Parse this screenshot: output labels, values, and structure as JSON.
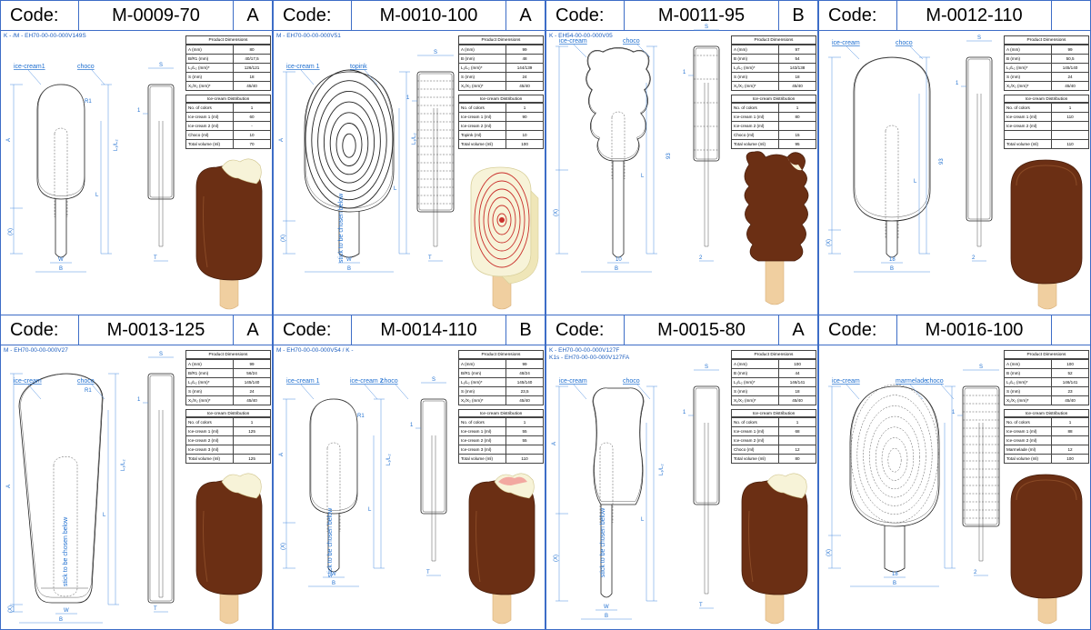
{
  "colors": {
    "frame": "#3d6dc7",
    "dimension": "#1f6fd0",
    "choco": "#6b2f14",
    "cream": "#f7f3d8",
    "stick": "#f0cfa0",
    "topping": "#c9302c"
  },
  "panels": [
    {
      "code_label": "Code:",
      "code": "M-0009-70",
      "shape_class": "A",
      "refs": [
        "K - /M - EH70-00-00-000V149S"
      ],
      "labels": [
        "ice-cream1",
        "choco"
      ],
      "dims": {
        "a": "A",
        "r": "R1",
        "l": "L",
        "lc": "L₁/L₂",
        "x": "(X)",
        "w": "W",
        "b": "B",
        "s": "S",
        "t": "T",
        "one": "1"
      },
      "dimensions_title": "Product Dimensions",
      "dimensions": [
        [
          "A (mm)",
          "80"
        ],
        [
          "B/R1 (mm)",
          "40/17,5"
        ],
        [
          "L₁/L₂ (mm)*",
          "126/121"
        ],
        [
          "S (mm)",
          "18"
        ],
        [
          "X₁/X₂ (mm)*",
          "45/40"
        ]
      ],
      "distribution_title": "Ice-cream Distribution",
      "distribution": [
        [
          "No. of colors",
          "1"
        ],
        [
          "Ice-cream 1 (ml)",
          "60"
        ],
        [
          "Ice-cream 2 (ml)",
          "-"
        ],
        [
          "Choco (ml)",
          "10"
        ],
        [
          "Total volume (ml)",
          "70"
        ]
      ],
      "shape": "stick-bar",
      "render": "bitten-bar",
      "stick_text": ""
    },
    {
      "code_label": "Code:",
      "code": "M-0010-100",
      "shape_class": "A",
      "refs": [
        "M - EH70-00-00-000V51"
      ],
      "labels": [
        "ice-cream 1",
        "topink"
      ],
      "dims": {
        "a": "A",
        "r": "",
        "l": "L",
        "lc": "L₁/L₂",
        "x": "(X)",
        "w": "W",
        "b": "B",
        "s": "S",
        "t": "T",
        "one": "1"
      },
      "dimensions_title": "Product Dimensions",
      "dimensions": [
        [
          "A (mm)",
          "99"
        ],
        [
          "B (mm)",
          "48"
        ],
        [
          "L₁/L₂ (mm)*",
          "144/139"
        ],
        [
          "S (mm)",
          "24"
        ],
        [
          "X₁/X₂ (mm)*",
          "45/40"
        ]
      ],
      "distribution_title": "Ice-cream Distribution",
      "distribution": [
        [
          "No. of colors",
          "1"
        ],
        [
          "Ice-cream 1 (ml)",
          "90"
        ],
        [
          "Ice-cream 2 (ml)",
          ""
        ],
        [
          "Topink (ml)",
          "10"
        ],
        [
          "Total volume (ml)",
          "100"
        ]
      ],
      "shape": "spiral",
      "render": "spiral-bar",
      "stick_text": "stick to be chosen below"
    },
    {
      "code_label": "Code:",
      "code": "M-0011-95",
      "shape_class": "B",
      "refs": [
        "K - EH54-00-00-000V05"
      ],
      "labels": [
        "ice-cream",
        "choco"
      ],
      "dims": {
        "a": "",
        "r": "",
        "l": "L",
        "lc": "",
        "x": "(X)",
        "w": "10",
        "b": "B",
        "s": "S",
        "t": "2",
        "one": "1",
        "len": "93"
      },
      "dimensions_title": "Product Dimensions",
      "dimensions": [
        [
          "A (mm)",
          "97"
        ],
        [
          "B (mm)",
          "54"
        ],
        [
          "L₁/L₂ (mm)*",
          "143/138"
        ],
        [
          "S (mm)",
          "18"
        ],
        [
          "X₁/X₂ (mm)*",
          "45/40"
        ]
      ],
      "distribution_title": "Ice-cream Distribution",
      "distribution": [
        [
          "No. of colors",
          "1"
        ],
        [
          "Ice-cream 1 (ml)",
          "80"
        ],
        [
          "Ice-cream 2 (ml)",
          ""
        ],
        [
          "Choco (ml)",
          "15"
        ],
        [
          "Total volume (ml)",
          "95"
        ]
      ],
      "shape": "bear",
      "render": "bear-bar",
      "stick_text": ""
    },
    {
      "code_label": "Code:",
      "code": "M-0012-110",
      "shape_class": "",
      "refs": [],
      "labels": [
        "ice-cream",
        "choco"
      ],
      "dims": {
        "a": "",
        "r": "",
        "l": "L",
        "lc": "",
        "x": "(X)",
        "w": "18",
        "b": "B",
        "s": "S",
        "t": "2",
        "one": "1",
        "len": "93"
      },
      "dimensions_title": "Product Dimensions",
      "dimensions": [
        [
          "A (mm)",
          "99"
        ],
        [
          "B (mm)",
          "50,5"
        ],
        [
          "L₁/L₂ (mm)*",
          "145/140"
        ],
        [
          "S (mm)",
          "24"
        ],
        [
          "X₁/X₂ (mm)*",
          "45/40"
        ]
      ],
      "distribution_title": "Ice-cream Distribution",
      "distribution": [
        [
          "No. of colors",
          "1"
        ],
        [
          "Ice-cream 1 (ml)",
          "110"
        ],
        [
          "Ice-cream 2 (ml)",
          ""
        ],
        [
          "",
          ""
        ],
        [
          "Total volume (ml)",
          "110"
        ]
      ],
      "shape": "wide-bar",
      "render": "round-bar",
      "stick_text": ""
    },
    {
      "code_label": "Code:",
      "code": "M-0013-125",
      "shape_class": "A",
      "refs": [
        "M - EH70-00-00-000V27"
      ],
      "labels": [
        "ice-cream",
        "choco"
      ],
      "dims": {
        "a": "A",
        "r": "R1",
        "l": "L",
        "lc": "L₁/L₂",
        "x": "(X)",
        "w": "W",
        "b": "B",
        "s": "S",
        "t": "T",
        "one": "1"
      },
      "dimensions_title": "Product Dimensions",
      "dimensions": [
        [
          "A (mm)",
          "99"
        ],
        [
          "B/R1 (mm)",
          "56/24"
        ],
        [
          "L₁/L₂ (mm)*",
          "145/140"
        ],
        [
          "S (mm)",
          "24"
        ],
        [
          "X₁/X₂ (mm)*",
          "45/40"
        ]
      ],
      "distribution_title": "Ice-cream Distribution",
      "distribution": [
        [
          "No. of colors",
          "1"
        ],
        [
          "Ice-cream 1 (ml)",
          "125"
        ],
        [
          "Ice-cream 2 (ml)",
          ""
        ],
        [
          "Ice-cream 3 (ml)",
          ""
        ],
        [
          "Total volume (ml)",
          "125"
        ]
      ],
      "shape": "taper-bar",
      "render": "bitten-bar",
      "stick_text": "stick to be chosen below"
    },
    {
      "code_label": "Code:",
      "code": "M-0014-110",
      "shape_class": "B",
      "refs": [
        "M - EH70-00-00-000V54 / K -"
      ],
      "labels": [
        "ice-cream 1",
        "ice-cream 2",
        "choco"
      ],
      "dims": {
        "a": "A",
        "r": "R1",
        "l": "L",
        "lc": "L₁/L₂",
        "x": "(X)",
        "w": "W",
        "b": "B",
        "s": "S",
        "t": "T",
        "one": "1"
      },
      "dimensions_title": "Product Dimensions",
      "dimensions": [
        [
          "A (mm)",
          "99"
        ],
        [
          "B/R1 (mm)",
          "48/24"
        ],
        [
          "L₁/L₂ (mm)*",
          "145/140"
        ],
        [
          "S (mm)",
          "23,5"
        ],
        [
          "X₁/X₂ (mm)*",
          "45/40"
        ]
      ],
      "distribution_title": "Ice-cream Distribution",
      "distribution": [
        [
          "No. of colors",
          "1"
        ],
        [
          "Ice-cream 1 (ml)",
          "55"
        ],
        [
          "Ice-cream 2 (ml)",
          "55"
        ],
        [
          "Ice-cream 3 (ml)",
          ""
        ],
        [
          "Total volume (ml)",
          "110"
        ]
      ],
      "shape": "stick-bar",
      "render": "bitten-pink",
      "stick_text": "stick to be chosen below"
    },
    {
      "code_label": "Code:",
      "code": "M-0015-80",
      "shape_class": "A",
      "refs": [
        "K - EH70-00-00-000V127F",
        "K1s - EH70-00-00-000V127FA"
      ],
      "labels": [
        "ice-cream",
        "choco"
      ],
      "dims": {
        "a": "A",
        "r": "",
        "l": "L",
        "lc": "L₁/L₂",
        "x": "(X)",
        "w": "W",
        "b": "B",
        "s": "S",
        "t": "T",
        "one": "1"
      },
      "dimensions_title": "Product Dimensions",
      "dimensions": [
        [
          "A (mm)",
          "100"
        ],
        [
          "B (mm)",
          "44"
        ],
        [
          "L₁/L₂ (mm)*",
          "146/141"
        ],
        [
          "S (mm)",
          "18"
        ],
        [
          "X₁/X₂ (mm)*",
          "45/40"
        ]
      ],
      "distribution_title": "Ice-cream Distribution",
      "distribution": [
        [
          "No. of colors",
          "1"
        ],
        [
          "Ice-cream 1 (ml)",
          "68"
        ],
        [
          "Ice-cream 2 (ml)",
          ""
        ],
        [
          "Choco (ml)",
          "12"
        ],
        [
          "Total volume (ml)",
          "80"
        ]
      ],
      "shape": "bone-bar",
      "render": "bitten-bar",
      "stick_text": "stick to be chosen below"
    },
    {
      "code_label": "Code:",
      "code": "M-0016-100",
      "shape_class": "",
      "refs": [],
      "labels": [
        "ice-cream",
        "marmelade",
        "choco"
      ],
      "dims": {
        "a": "",
        "r": "",
        "l": "",
        "lc": "",
        "x": "(X)",
        "w": "18",
        "b": "B",
        "s": "S",
        "t": "2",
        "one": "1",
        "len": "93"
      },
      "dimensions_title": "Product Dimensions",
      "dimensions": [
        [
          "A (mm)",
          "100"
        ],
        [
          "B (mm)",
          "52"
        ],
        [
          "L₁/L₂ (mm)*",
          "146/141"
        ],
        [
          "S (mm)",
          "23"
        ],
        [
          "X₁/X₂ (mm)*",
          "45/40"
        ]
      ],
      "distribution_title": "Ice-cream Distribution",
      "distribution": [
        [
          "No. of colors",
          "1"
        ],
        [
          "Ice-cream 1 (ml)",
          "88"
        ],
        [
          "Ice-cream 2 (ml)",
          ""
        ],
        [
          "Marmelade (ml)",
          "12"
        ],
        [
          "Total volume (ml)",
          "100"
        ]
      ],
      "shape": "spiral-wide",
      "render": "round-bar",
      "stick_text": ""
    }
  ]
}
